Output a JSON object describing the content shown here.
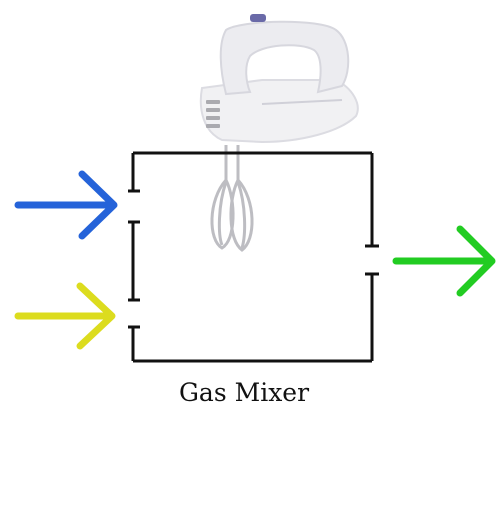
{
  "diagram": {
    "label": "Gas Mixer",
    "colors": {
      "box": "#111111",
      "inlet_top": "#2563d9",
      "inlet_bottom": "#dcdc1e",
      "outlet": "#22cc22",
      "mixer_body": "#f1f1f3",
      "mixer_shade": "#d4d4da",
      "whisk": "#bdbdc2",
      "accent": "#6a6aa8"
    },
    "arrows": [
      {
        "role": "inlet",
        "color_key": "inlet_top",
        "icon": "arrow-right-icon"
      },
      {
        "role": "inlet",
        "color_key": "inlet_bottom",
        "icon": "arrow-right-icon"
      },
      {
        "role": "outlet",
        "color_key": "outlet",
        "icon": "arrow-right-icon"
      }
    ],
    "image": {
      "icon": "hand-mixer-icon"
    }
  }
}
